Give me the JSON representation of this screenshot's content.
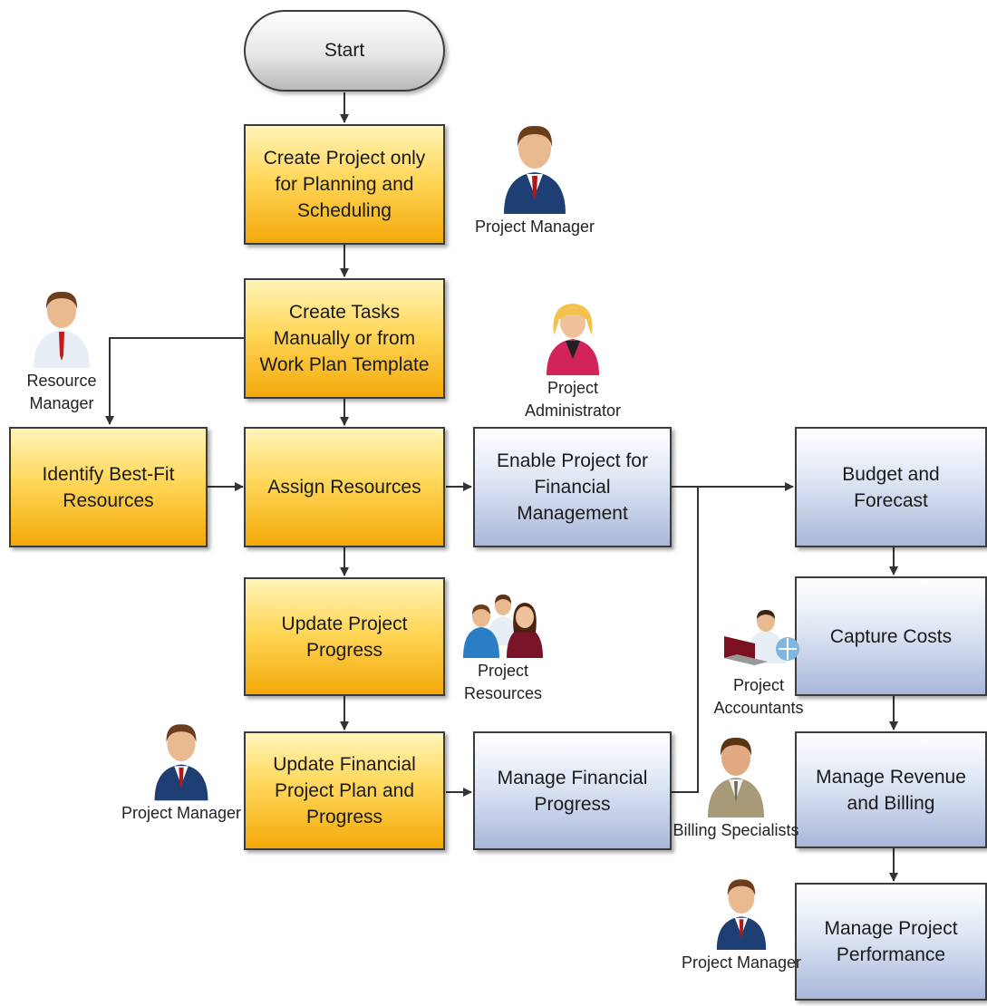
{
  "start_label": "Start",
  "steps": {
    "create_project": "Create Project only for Planning and Scheduling",
    "create_tasks": "Create Tasks Manually or from Work Plan Template",
    "identify_resources": "Identify Best-Fit Resources",
    "assign_resources": "Assign Resources",
    "enable_financial": "Enable Project for Financial Management",
    "update_progress": "Update Project Progress",
    "update_financial_plan": "Update Financial Project Plan and Progress",
    "manage_financial_progress": "Manage Financial Progress",
    "budget_forecast": "Budget and Forecast",
    "capture_costs": "Capture Costs",
    "manage_revenue_billing": "Manage Revenue and Billing",
    "manage_performance": "Manage Project Performance"
  },
  "roles": {
    "project_manager_top": "Project Manager",
    "resource_manager": "Resource Manager",
    "project_administrator": "Project Administrator",
    "project_resources": "Project Resources",
    "project_accountants": "Project Accountants",
    "project_manager_mid": "Project Manager",
    "billing_specialists": "Billing Specialists",
    "project_manager_bottom": "Project Manager"
  },
  "colors": {
    "planning_step": "#ffd75a",
    "financial_step": "#dde5f4",
    "start": "#e6e6e6",
    "connector": "#333333"
  },
  "icons": {
    "project_manager": "male-manager-person-icon",
    "resource_manager": "male-shirt-person-icon",
    "project_administrator": "female-person-icon",
    "project_resources": "group-people-icon",
    "project_accountants": "accountant-laptop-person-icon",
    "billing_specialists": "male-tan-suit-person-icon"
  }
}
